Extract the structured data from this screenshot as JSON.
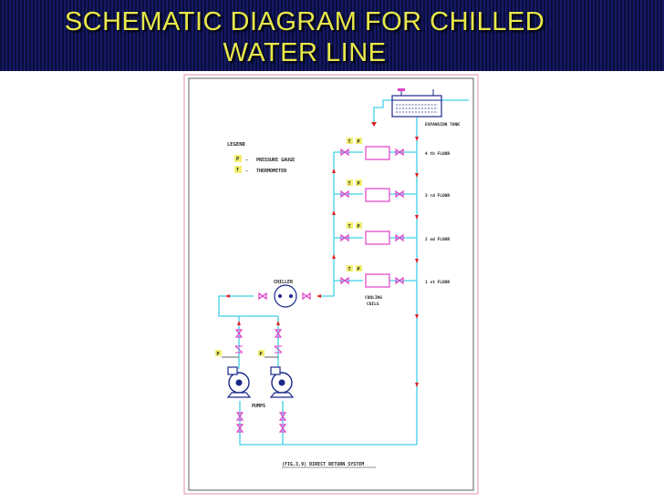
{
  "slide": {
    "title_line1": "SCHEMATIC DIAGRAM FOR CHILLED",
    "title_line2": "WATER LINE"
  },
  "legend": {
    "heading": "LEGEND",
    "p_symbol": "P",
    "p_label": "PRESSURE GAUGE",
    "t_symbol": "T",
    "t_label": "THERMOMETER"
  },
  "labels": {
    "expansion_tank": "EXPANSION TANK",
    "floor4": "4 th FLOOR",
    "floor3": "3 rd FLOOR",
    "floor2": "2 nd FLOOR",
    "floor1": "1 st FLOOR",
    "chiller": "CHILLER",
    "cooling_coils_1": "COOLING",
    "cooling_coils_2": "COILS",
    "pumps": "PUMPS",
    "caption": "(FIG.3.9) DIRECT RETURN SYSTEM",
    "T": "T",
    "P": "P"
  },
  "colors": {
    "pipe": "#3fd0e8",
    "valve": "#e040c8",
    "arrow": "#e02020",
    "gauge": "#f2ee70",
    "line": "#333333",
    "equipment": "#1a2a8a"
  }
}
